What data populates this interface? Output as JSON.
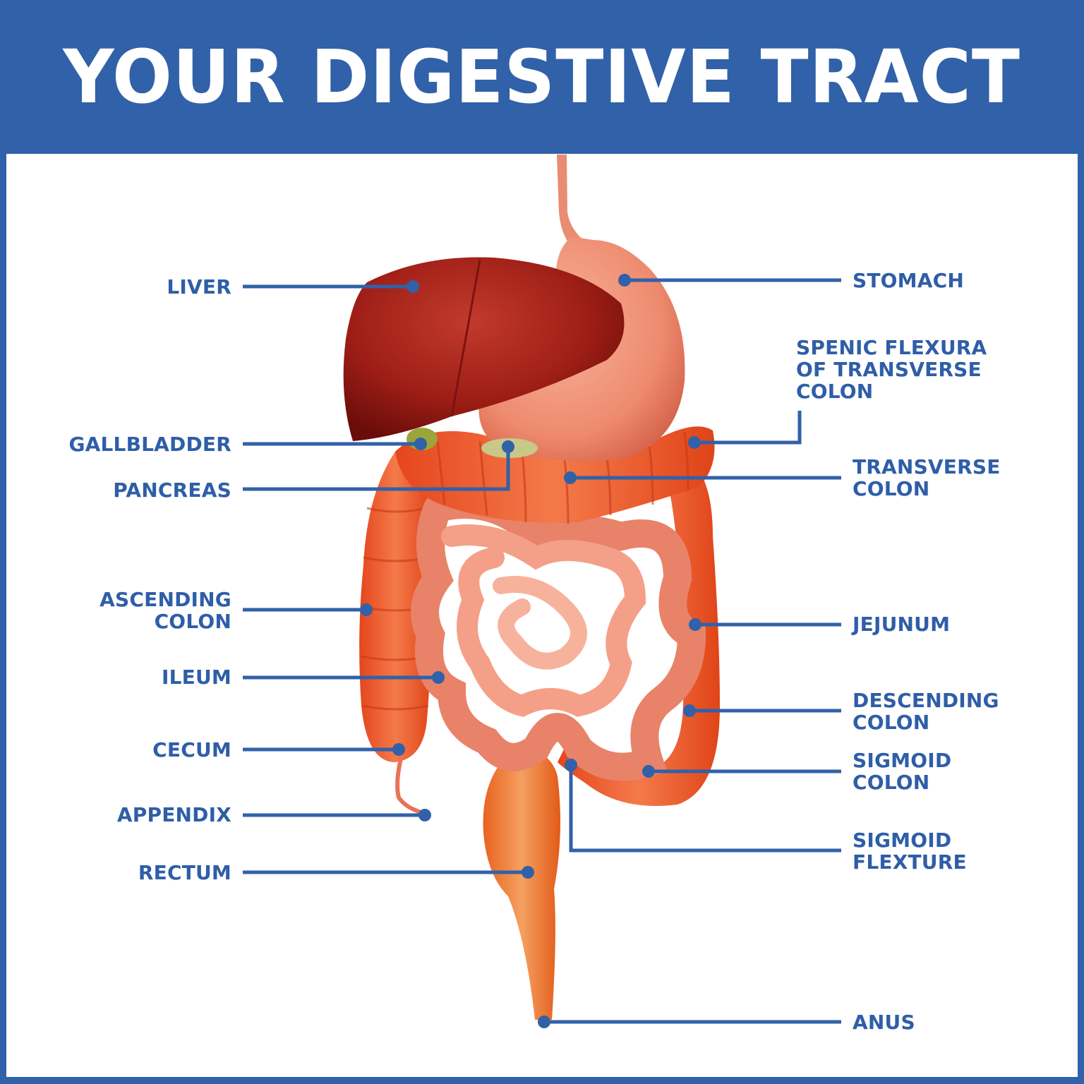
{
  "title": "YOUR DIGESTIVE TRACT",
  "colors": {
    "brand_blue": "#3161a8",
    "label_blue": "#2f5ea8",
    "background": "#ffffff",
    "liver": "#9e1e16",
    "stomach": "#ef8a70",
    "colon": "#ef5a2a",
    "small_intestine": "#f4a088",
    "rectum": "#ee7a3a"
  },
  "labels_left": [
    {
      "id": "liver",
      "text": "LIVER"
    },
    {
      "id": "gallbladder",
      "text": "GALLBLADDER"
    },
    {
      "id": "pancreas",
      "text": "PANCREAS"
    },
    {
      "id": "ascending-colon",
      "text": "ASCENDING\nCOLON"
    },
    {
      "id": "ileum",
      "text": "ILEUM"
    },
    {
      "id": "cecum",
      "text": "CECUM"
    },
    {
      "id": "appendix",
      "text": "APPENDIX"
    },
    {
      "id": "rectum",
      "text": "RECTUM"
    }
  ],
  "labels_right": [
    {
      "id": "stomach",
      "text": "STOMACH"
    },
    {
      "id": "splenic-flexura",
      "text": "SPENIC FLEXURA\nOF TRANSVERSE\nCOLON"
    },
    {
      "id": "transverse-colon",
      "text": "TRANSVERSE\nCOLON"
    },
    {
      "id": "jejunum",
      "text": "JEJUNUM"
    },
    {
      "id": "descending-colon",
      "text": "DESCENDING\nCOLON"
    },
    {
      "id": "sigmoid-colon",
      "text": "SIGMOID\nCOLON"
    },
    {
      "id": "sigmoid-flexture",
      "text": "SIGMOID\nFLEXTURE"
    },
    {
      "id": "anus",
      "text": "ANUS"
    }
  ]
}
